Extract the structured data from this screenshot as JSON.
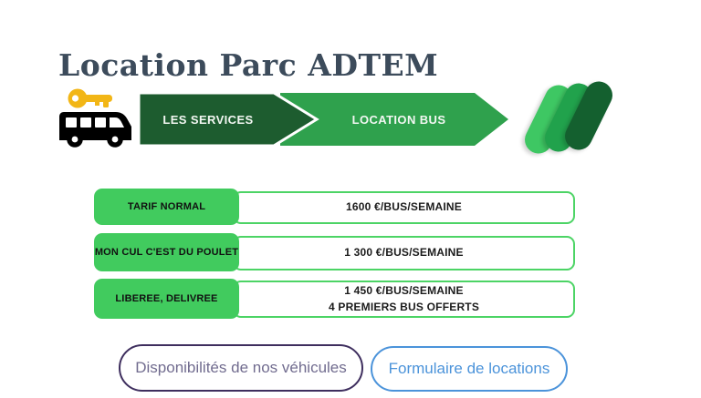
{
  "page": {
    "title": "Location Parc ADTEM"
  },
  "banner": {
    "steps": [
      {
        "label": "LES SERVICES",
        "color": "#1d5c2f"
      },
      {
        "label": "LOCATION BUS",
        "color": "#2fa14d"
      }
    ]
  },
  "logo": {
    "capsule_colors": [
      "#3ec763",
      "#21a24c",
      "#14602f"
    ]
  },
  "icons": {
    "key_color": "#f2b616",
    "bus_color": "#000000"
  },
  "pricing_table": {
    "label_bg": "#41cb5e",
    "box_border": "#4cd465",
    "rows": [
      {
        "label": "TARIF NORMAL",
        "value": "1600 €/BUS/SEMAINE",
        "value2": ""
      },
      {
        "label": "MON CUL C'EST DU POULET",
        "value": "1 300 €/BUS/SEMAINE",
        "value2": ""
      },
      {
        "label": "LIBEREE, DELIVREE",
        "value": "1 450 €/BUS/SEMAINE",
        "value2": "4 PREMIERS BUS OFFERTS"
      }
    ]
  },
  "actions": {
    "availability_label": "Disponibilités de nos véhicules",
    "form_label": "Formulaire de locations"
  }
}
